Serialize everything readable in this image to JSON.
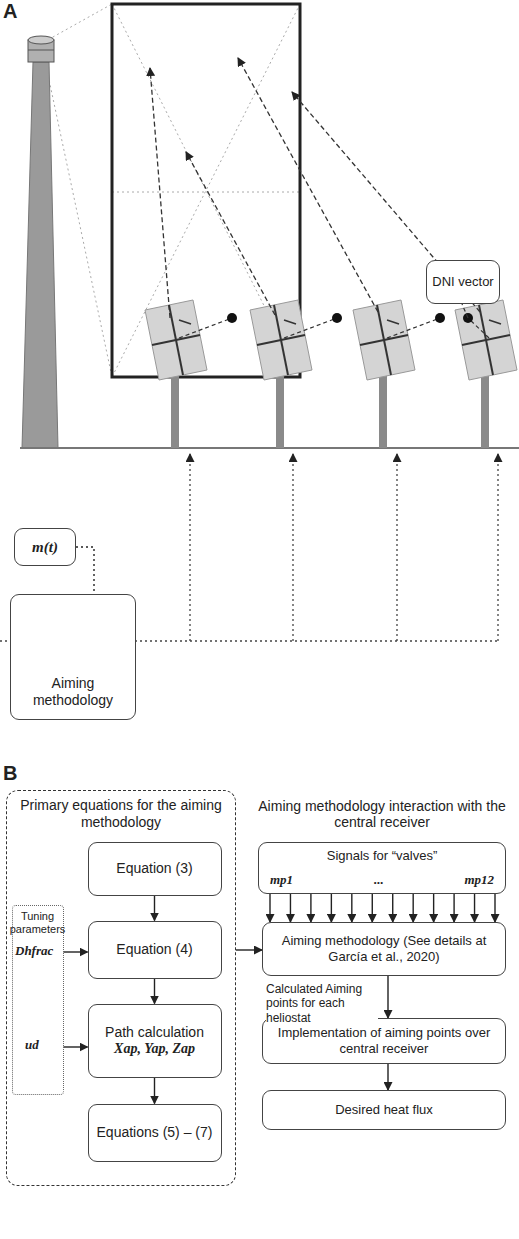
{
  "diagram": {
    "nodes": [
      {
        "text": [
          "DNI vector"
        ]
      },
      {
        "text": [
          "m(t)"
        ]
      },
      {
        "text": [
          "Aiming methodology"
        ]
      },
      {
        "text": [
          "Primary equations for the aiming methodology"
        ]
      },
      {
        "text": [
          "Equation (3)"
        ],
        "in": 3
      },
      {
        "text": [
          "Equation (4)"
        ],
        "in": 3
      },
      {
        "text": [
          "Path calculation",
          "Xap, Yap, Zap"
        ],
        "in": 3
      },
      {
        "text": [
          "Equations (5) – (7)"
        ],
        "in": 3
      },
      {
        "text": [
          "Tuning parameters"
        ],
        "in": 3
      },
      {
        "text": [
          "Signals for “valves”",
          "mp1",
          "...",
          "mp12"
        ]
      },
      {
        "text": [
          "Aiming methodology (See details at García et al., 2020)"
        ]
      },
      {
        "text": [
          "Implementation of aiming points over central receiver"
        ]
      },
      {
        "text": [
          "Desired heat flux"
        ]
      }
    ],
    "edges": [
      {
        "from": 4,
        "to": 5,
        "arrow": "to"
      },
      {
        "from": 5,
        "to": 6,
        "arrow": "to"
      },
      {
        "from": 6,
        "to": 7,
        "arrow": "to"
      },
      {
        "from": 8,
        "to": 5,
        "arrow": "to"
      },
      {
        "from": 8,
        "to": 6,
        "arrow": "to"
      },
      {
        "from": 3,
        "to": 10,
        "arrow": "to"
      },
      {
        "from": 9,
        "to": 10,
        "arrow": "to"
      },
      {
        "from": 10,
        "to": 11,
        "label": "Calculated Aiming points for each heliostat",
        "arrow": "to"
      },
      {
        "from": 11,
        "to": 12,
        "arrow": "to"
      },
      {
        "from": 1,
        "to": 2,
        "arrow": "none"
      }
    ],
    "labels": [
      "A",
      "B",
      "Aiming methodology interaction with the central receiver",
      "Dhfrac",
      "ud"
    ]
  }
}
